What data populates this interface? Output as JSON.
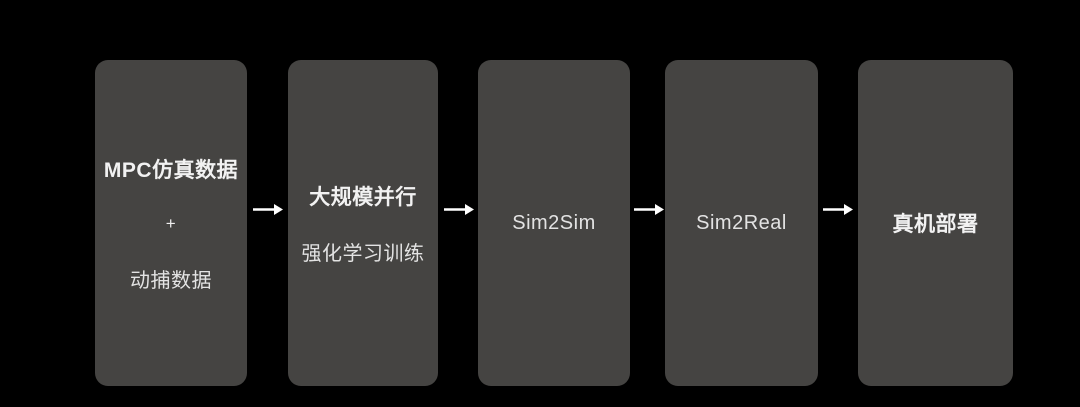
{
  "background_color": "#000000",
  "box_color": "#454442",
  "text_color": "#f2f2f2",
  "arrow_color": "#ffffff",
  "diagram": {
    "type": "horizontal-pipeline-flowchart",
    "stages": [
      {
        "id": "mpc-sim-data",
        "lines": [
          {
            "text": "MPC仿真数据",
            "style": "bold"
          },
          {
            "text": "+",
            "style": "plus"
          },
          {
            "text": "动捕数据",
            "style": "regular"
          }
        ]
      },
      {
        "id": "large-scale-parallel-rl",
        "lines": [
          {
            "text": "大规模并行",
            "style": "bold"
          },
          {
            "text": "强化学习训练",
            "style": "regular"
          }
        ]
      },
      {
        "id": "sim2sim",
        "lines": [
          {
            "text": "Sim2Sim",
            "style": "regular"
          }
        ]
      },
      {
        "id": "sim2real",
        "lines": [
          {
            "text": "Sim2Real",
            "style": "regular"
          }
        ]
      },
      {
        "id": "real-robot-deployment",
        "lines": [
          {
            "text": "真机部署",
            "style": "bold"
          }
        ]
      }
    ],
    "connectors": [
      {
        "icon": "arrow-right-icon",
        "from": "mpc-sim-data",
        "to": "large-scale-parallel-rl"
      },
      {
        "icon": "arrow-right-icon",
        "from": "large-scale-parallel-rl",
        "to": "sim2sim"
      },
      {
        "icon": "arrow-right-icon",
        "from": "sim2sim",
        "to": "sim2real"
      },
      {
        "icon": "arrow-right-icon",
        "from": "sim2real",
        "to": "real-robot-deployment"
      }
    ]
  }
}
